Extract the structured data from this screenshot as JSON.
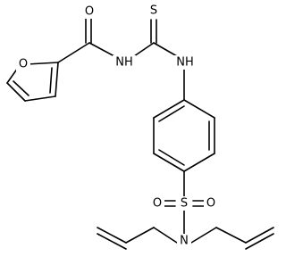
{
  "structure": {
    "atoms": {
      "o_carbonyl": "O",
      "o_furan": "O",
      "nh_amide": "NH",
      "s_thione": "S",
      "nh_aryl": "NH",
      "s_sulfonyl": "S",
      "o_sulfonyl_left": "O",
      "o_sulfonyl_right": "O",
      "n_amine": "N"
    }
  }
}
